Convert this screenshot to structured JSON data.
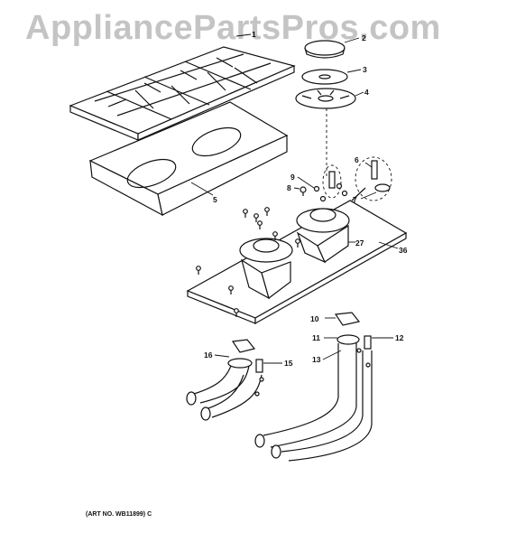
{
  "watermark": "AppliancePartsPros.com",
  "art_number": "(ART NO. WB11899) C",
  "callouts": {
    "c1": "1",
    "c2": "2",
    "c3": "3",
    "c4": "4",
    "c5": "5",
    "c6": "6",
    "c7": "7",
    "c8": "8",
    "c9": "9",
    "c10": "10",
    "c11": "11",
    "c12": "12",
    "c13": "13",
    "c15": "15",
    "c16": "16",
    "c27": "27",
    "c36": "36"
  }
}
